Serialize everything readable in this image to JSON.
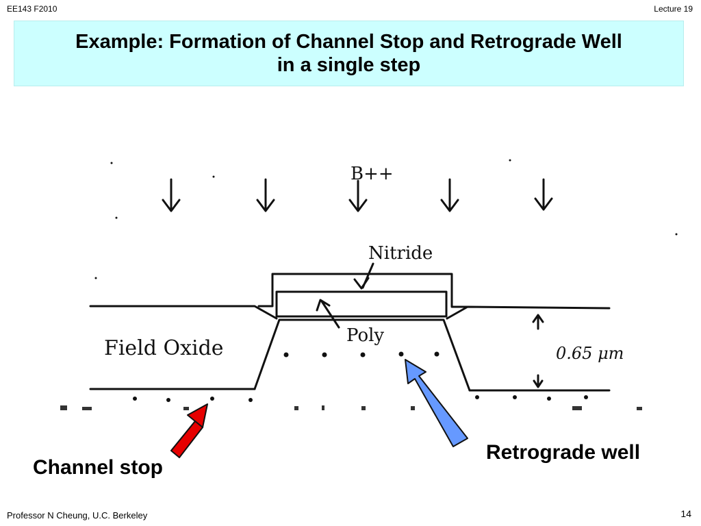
{
  "header": {
    "course": "EE143  F2010",
    "lecture": "Lecture 19"
  },
  "title": {
    "line1": "Example: Formation of  Channel Stop and Retrograde Well",
    "line2": "in a single step"
  },
  "diagram": {
    "implant_label": "B++",
    "nitride_label": "Nitride",
    "poly_label": "Poly",
    "field_oxide_label": "Field Oxide",
    "thickness_label": "0.65 μm"
  },
  "callouts": {
    "channel_stop": "Channel stop",
    "retrograde_well": "Retrograde well"
  },
  "colors": {
    "channel_stop_arrow": "#e60000",
    "retrograde_arrow": "#6699ff",
    "title_bg": "#ccffff"
  },
  "footer": {
    "professor": "Professor  N Cheung, U.C. Berkeley",
    "page": "14"
  }
}
